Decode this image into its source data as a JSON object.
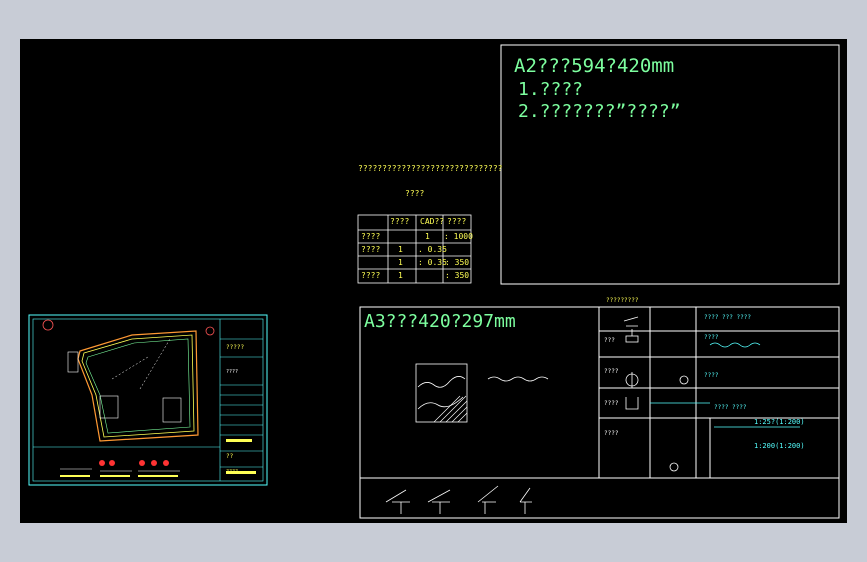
{
  "viewport": {
    "background": "#000000",
    "frame_color": "#c8ccd6"
  },
  "colors": {
    "white": "#ffffff",
    "yellow": "#ffff55",
    "cyan": "#55ffff",
    "green": "#7dff9f",
    "magenta": "#ff55ff",
    "orange": "#ff9933",
    "red": "#ff3333"
  },
  "a2_sheet": {
    "title": "A2???594?420mm",
    "line1": "1.????",
    "line2": "2.???????”????”"
  },
  "scale_block": {
    "heading": "??????????????????????????????",
    "subheading": "????",
    "table": {
      "headers": [
        "",
        "????",
        "CAD??",
        "????"
      ],
      "rows": [
        [
          "????",
          "",
          "1",
          ": 1000"
        ],
        [
          "????",
          "1",
          ". 0.35",
          ""
        ],
        [
          "",
          "1",
          ": 0.35",
          ": 350"
        ],
        [
          "????",
          "1",
          "",
          ": 350"
        ]
      ]
    }
  },
  "a3_sheet": {
    "title": "A3???420?297mm",
    "header_note": "?????????"
  },
  "legend_table": {
    "rows": [
      {
        "left_label": "???",
        "col3": "???? ??? ????"
      },
      {
        "left_label": "????",
        "col3": "????"
      },
      {
        "left_label": "????",
        "col3": "????"
      },
      {
        "left_label": "????",
        "col3": "???? ????"
      },
      {
        "left_label": "????",
        "col3": "1:25(1:200)"
      }
    ],
    "notes": [
      "1:25?(1:200)",
      "1:200(1:200)"
    ]
  },
  "thumbnail_sheet": {
    "title_block_lines": [
      "?????",
      "????",
      "??",
      "????"
    ]
  }
}
